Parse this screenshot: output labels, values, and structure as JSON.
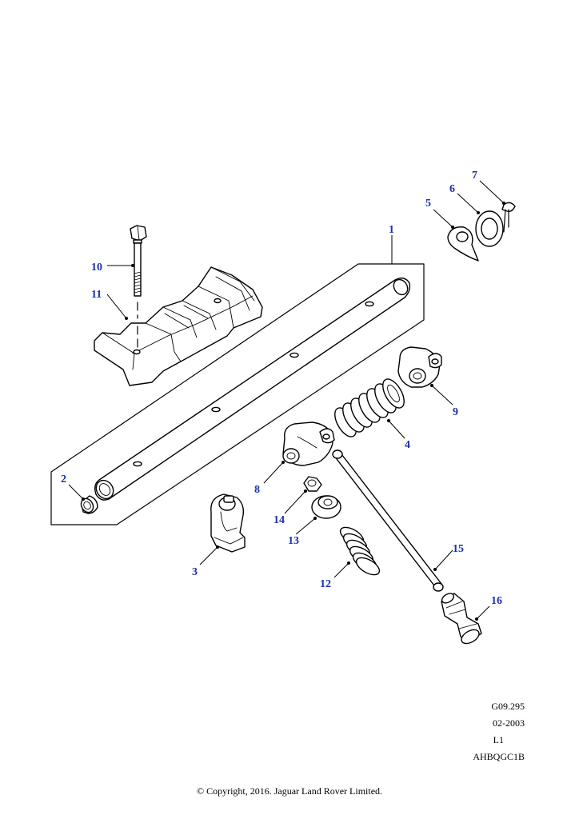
{
  "callouts": {
    "c1": "1",
    "c2": "2",
    "c3": "3",
    "c4": "4",
    "c5": "5",
    "c6": "6",
    "c7": "7",
    "c8": "8",
    "c9": "9",
    "c10": "10",
    "c11": "11",
    "c12": "12",
    "c13": "13",
    "c14": "14",
    "c15": "15",
    "c16": "16"
  },
  "meta": {
    "ref_code": "G09.295",
    "date": "02-2003",
    "level": "L1",
    "catalog_code": "AHBQGC1B"
  },
  "copyright": "© Copyright, 2016. Jaguar Land Rover Limited.",
  "colors": {
    "callout": "#1a2fb0",
    "line": "#000000",
    "background": "#ffffff"
  }
}
